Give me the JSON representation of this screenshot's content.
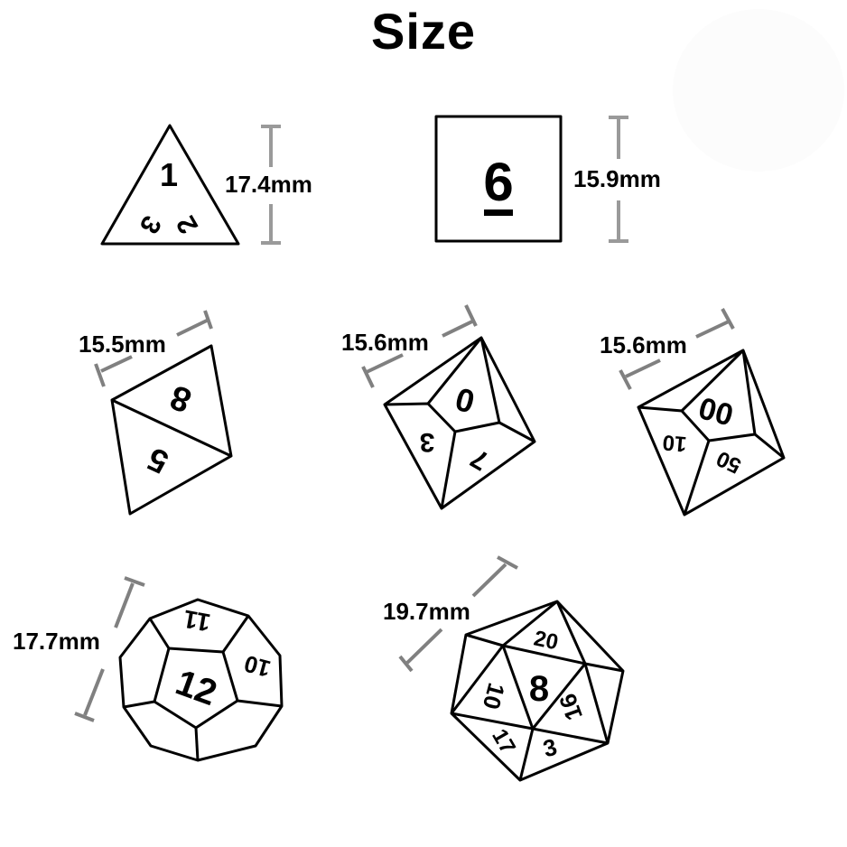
{
  "title": "Size",
  "dice": [
    {
      "id": "d4",
      "faces": [
        "1",
        "2",
        "3"
      ],
      "dimension": "17.4mm"
    },
    {
      "id": "d6",
      "faces": [
        "6"
      ],
      "dimension": "15.9mm"
    },
    {
      "id": "d8",
      "faces": [
        "8",
        "5"
      ],
      "dimension": "15.5mm"
    },
    {
      "id": "d10",
      "faces": [
        "0",
        "3",
        "7"
      ],
      "dimension": "15.6mm"
    },
    {
      "id": "d10-percentile",
      "faces": [
        "00",
        "10",
        "50"
      ],
      "dimension": "15.6mm"
    },
    {
      "id": "d12",
      "faces": [
        "12",
        "11",
        "10"
      ],
      "dimension": "17.7mm"
    },
    {
      "id": "d20",
      "faces": [
        "20",
        "8",
        "10",
        "16",
        "17",
        "3"
      ],
      "dimension": "19.7mm"
    }
  ]
}
